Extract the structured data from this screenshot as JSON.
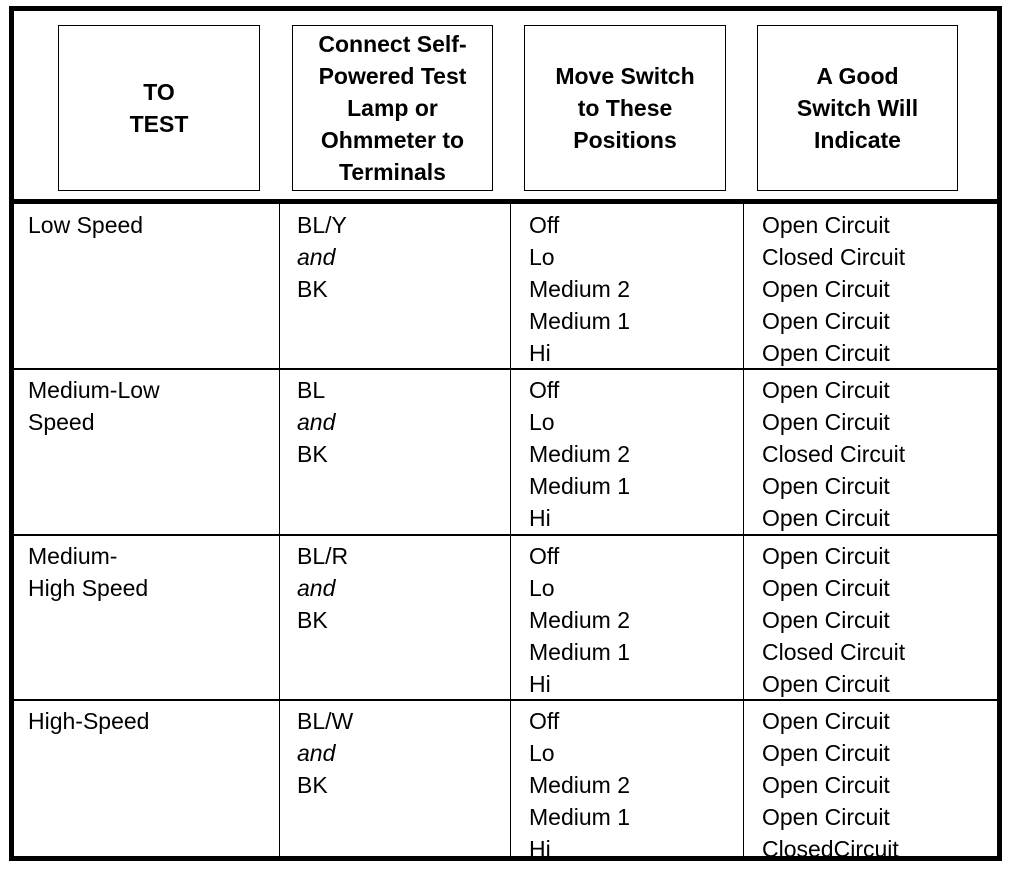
{
  "table": {
    "headers": [
      "TO\nTEST",
      "Connect Self-\nPowered Test\nLamp or\nOhmmeter to\nTerminals",
      "Move Switch\nto These\nPositions",
      "A Good\nSwitch Will\nIndicate"
    ],
    "rows": [
      {
        "test": [
          "Low Speed"
        ],
        "terminals": [
          "BL/Y",
          "and",
          "BK"
        ],
        "positions": [
          "Off",
          "Lo",
          "Medium 2",
          "Medium 1",
          "Hi"
        ],
        "indications": [
          "Open Circuit",
          "Closed Circuit",
          "Open Circuit",
          "Open Circuit",
          "Open Circuit"
        ]
      },
      {
        "test": [
          "Medium-Low",
          " Speed"
        ],
        "terminals": [
          "BL",
          "and",
          "BK"
        ],
        "positions": [
          "Off",
          "Lo",
          "Medium 2",
          "Medium 1",
          "Hi"
        ],
        "indications": [
          "Open Circuit",
          "Open Circuit",
          "Closed Circuit",
          "Open Circuit",
          "Open Circuit"
        ]
      },
      {
        "test": [
          "Medium-",
          "High Speed"
        ],
        "terminals": [
          "BL/R",
          "and",
          "BK"
        ],
        "positions": [
          "Off",
          "Lo",
          "Medium 2",
          "Medium 1",
          "Hi"
        ],
        "indications": [
          "Open Circuit",
          "Open Circuit",
          "Open Circuit",
          "Closed Circuit",
          "Open Circuit"
        ]
      },
      {
        "test": [
          "High-Speed"
        ],
        "terminals": [
          "BL/W",
          "and",
          "BK"
        ],
        "positions": [
          "Off",
          "Lo",
          "Medium 2",
          "Medium 1",
          "Hi"
        ],
        "indications": [
          "Open Circuit",
          "Open Circuit",
          "Open Circuit",
          "Open Circuit",
          "ClosedCircuit"
        ]
      }
    ]
  }
}
